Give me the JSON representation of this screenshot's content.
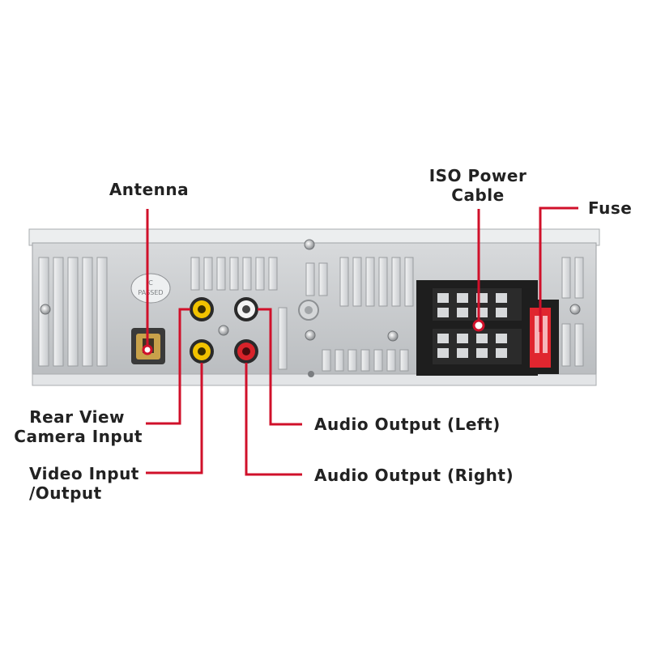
{
  "labels": {
    "antenna": "Antenna",
    "iso_power_cable_line1": "ISO Power",
    "iso_power_cable_line2": "Cable",
    "fuse": "Fuse",
    "rear_view_line1": "Rear View",
    "rear_view_line2": "Camera Input",
    "video_io_line1": "Video Input",
    "video_io_line2": "/Output",
    "audio_left": "Audio Output (Left)",
    "audio_right": "Audio Output (Right)",
    "sticker_line1": "C",
    "sticker_line2": "PASSED"
  },
  "colors": {
    "callout": "#d0102a",
    "panel": "#c9cccf",
    "fin": "#e6e8ea",
    "rca_yellow": "#f2c200",
    "rca_white": "#f4f4f4",
    "rca_red": "#d8232a",
    "connector": "#1e1e1e",
    "fuse_red": "#e0262f"
  }
}
